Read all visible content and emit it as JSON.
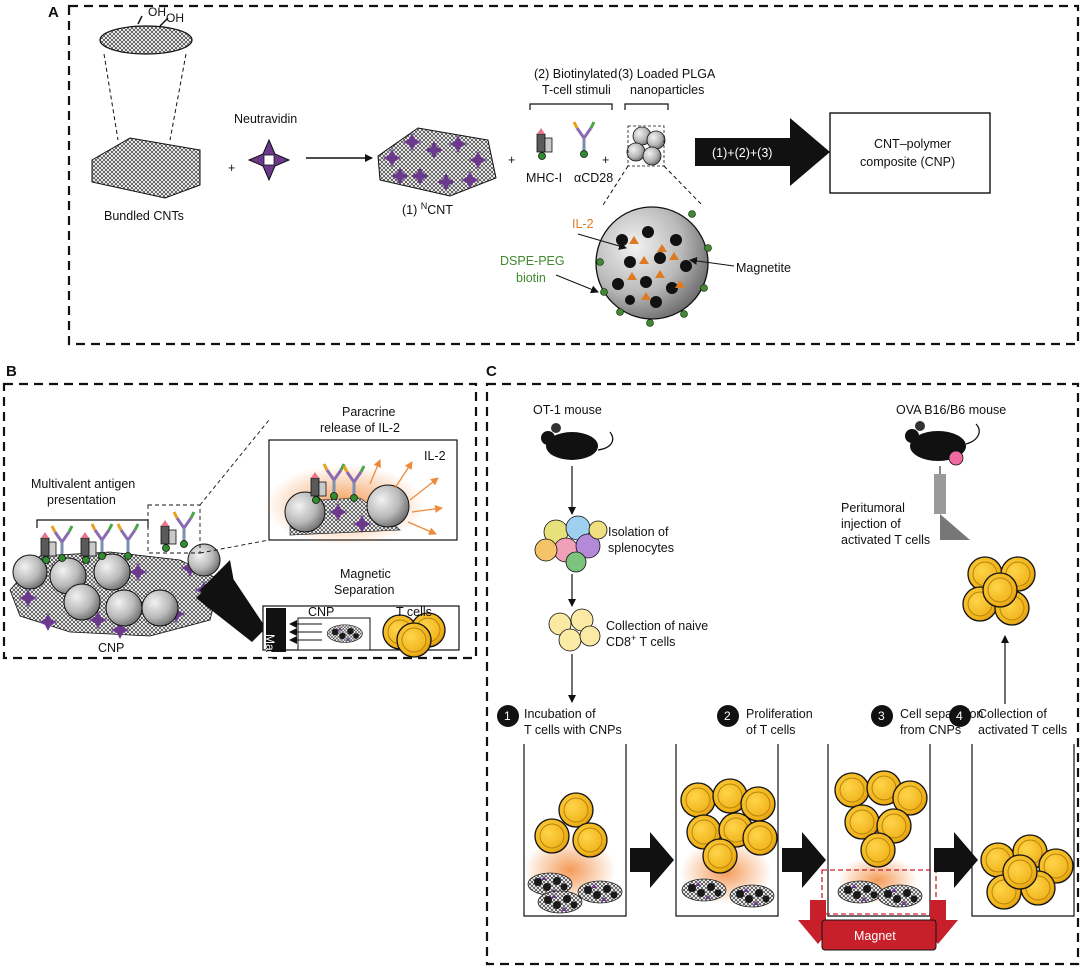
{
  "panels": {
    "a": {
      "letter": "A",
      "oh_1": "OH",
      "oh_2": "OH",
      "bundled_cnts": "Bundled CNTs",
      "neutravidin": "Neutravidin",
      "plus": "+",
      "ncnt_prefix": "(1) ",
      "ncnt_sup": "N",
      "ncnt_suffix": "CNT",
      "stimuli_line1": "(2) Biotinylated",
      "stimuli_line2": "T-cell stimuli",
      "mhc": "MHC-I",
      "acd28": "αCD28",
      "plga_line1": "(3) Loaded PLGA",
      "plga_line2": "nanoparticles",
      "arrow_label": "(1)+(2)+(3)",
      "result_line1": "CNT–polymer",
      "result_line2": "composite (CNP)",
      "il2": "IL-2",
      "dspe_line1": "DSPE-PEG",
      "dspe_line2": "biotin",
      "magnetite": "Magnetite"
    },
    "b": {
      "letter": "B",
      "multivalent_line1": "Multivalent antigen",
      "multivalent_line2": "presentation",
      "paracrine_line1": "Paracrine",
      "paracrine_line2": "release of IL-2",
      "il2": "IL-2",
      "cnp": "CNP",
      "magnetic_line1": "Magnetic",
      "magnetic_line2": "Separation",
      "cnp_box": "CNP",
      "tcells": "T cells",
      "magnet": "Magnet"
    },
    "c": {
      "letter": "C",
      "ot1": "OT-1 mouse",
      "isolation_line1": "Isolation of",
      "isolation_line2": "splenocytes",
      "collection_line1": "Collection of naive",
      "collection_line2_pre": "CD8",
      "collection_line2_sup": "+",
      "collection_line2_post": " T cells",
      "ova": "OVA B16/B6 mouse",
      "injection_line1": "Peritumoral",
      "injection_line2": "injection of",
      "injection_line3": "activated T cells",
      "magnet": "Magnet",
      "steps": [
        {
          "num": "1",
          "line1": "Incubation of",
          "line2": "T cells with CNPs"
        },
        {
          "num": "2",
          "line1": "Proliferation",
          "line2": "of T cells"
        },
        {
          "num": "3",
          "line1": "Cell separation",
          "line2": "from CNPs"
        },
        {
          "num": "4",
          "line1": "Collection of",
          "line2": "activated T cells"
        }
      ]
    }
  },
  "colors": {
    "purple": "#6b3a8c",
    "orange": "#e07a22",
    "green": "#3f8a2e",
    "tcell_yellow": "#f2b51c",
    "magnet_red": "#c8202a"
  }
}
